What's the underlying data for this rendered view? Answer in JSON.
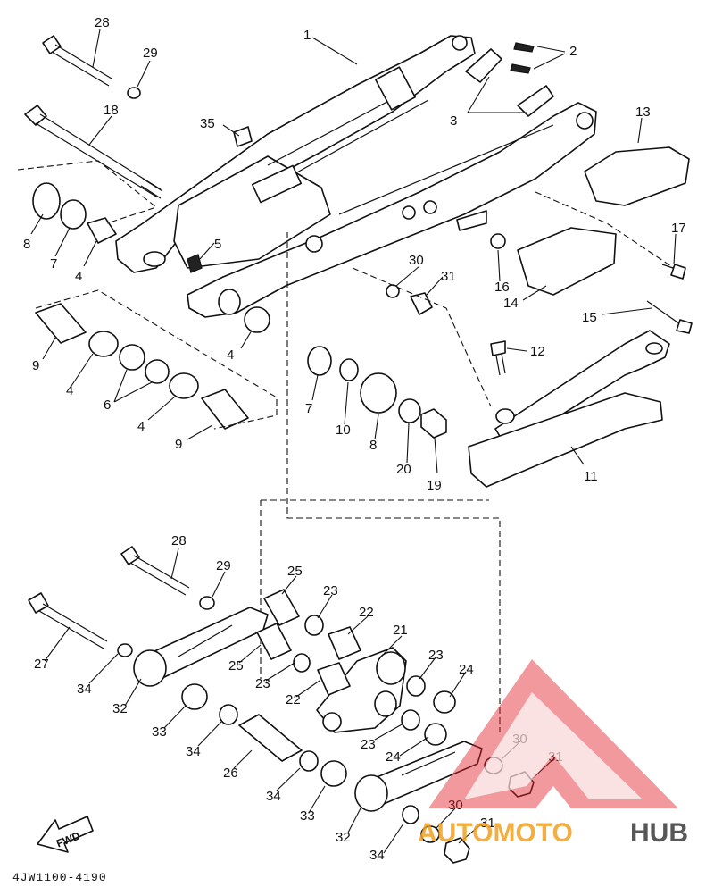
{
  "diagram": {
    "drawing_code": "4JW1100-4190",
    "direction_label": "FWD",
    "callouts": [
      "1",
      "2",
      "3",
      "4",
      "5",
      "6",
      "7",
      "8",
      "9",
      "10",
      "11",
      "12",
      "13",
      "14",
      "15",
      "16",
      "17",
      "18",
      "19",
      "20",
      "21",
      "22",
      "23",
      "24",
      "25",
      "26",
      "27",
      "28",
      "29",
      "30",
      "31",
      "32",
      "33",
      "34",
      "35"
    ]
  },
  "watermark": {
    "text_part1": "AUTOMOTO",
    "text_part2": "HUB",
    "colors": {
      "triangle": "#e0242b",
      "text1": "#f0a020",
      "text2": "#3a3a3a"
    }
  }
}
